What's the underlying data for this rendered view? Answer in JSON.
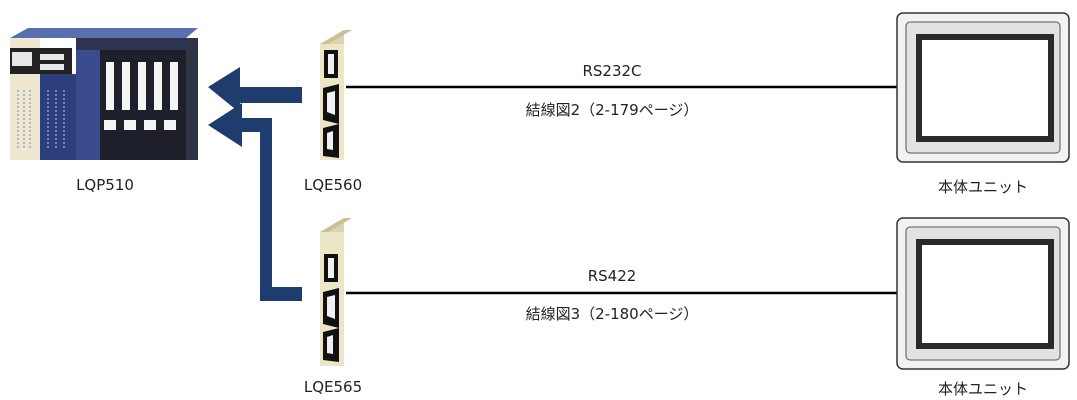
{
  "devices": {
    "plc": {
      "label": "LQP510"
    },
    "module_top": {
      "label": "LQE560"
    },
    "module_bottom": {
      "label": "LQE565"
    },
    "panel_top": {
      "label": "本体ユニット"
    },
    "panel_bottom": {
      "label": "本体ユニット"
    }
  },
  "connections": [
    {
      "protocol": "RS232C",
      "wiring": "結線図2（2-179ページ）"
    },
    {
      "protocol": "RS422",
      "wiring": "結線図3（2-180ページ）"
    }
  ],
  "colors": {
    "arrow": "#1f3c6e",
    "cable": "#000000",
    "plc_body": "#273a76",
    "module_body": "#e9e3c4",
    "panel_frame": "#eaeaea"
  }
}
